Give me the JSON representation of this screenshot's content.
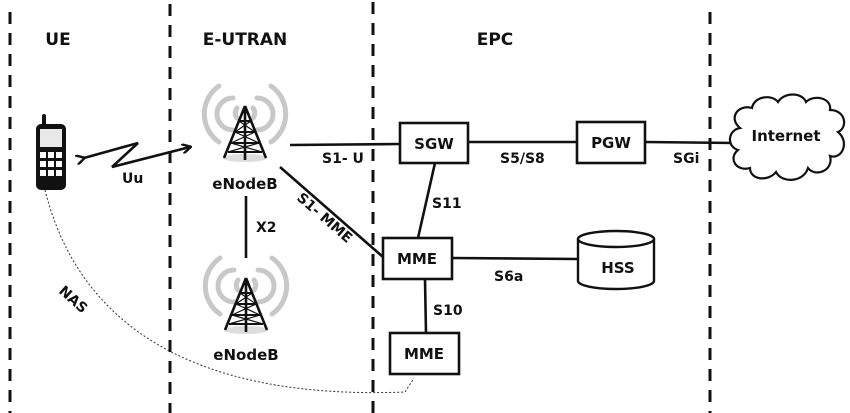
{
  "sections": [
    {
      "id": "ue",
      "label": "UE"
    },
    {
      "id": "eutran",
      "label": "E-UTRAN"
    },
    {
      "id": "epc",
      "label": "EPC"
    }
  ],
  "nodes": {
    "ue_phone": {
      "icon": "mobile-phone-icon"
    },
    "enodeb_top": {
      "label": "eNodeB",
      "icon": "cell-tower-icon"
    },
    "enodeb_bottom": {
      "label": "eNodeB",
      "icon": "cell-tower-icon"
    },
    "sgw": {
      "label": "SGW"
    },
    "pgw": {
      "label": "PGW"
    },
    "mme": {
      "label": "MME"
    },
    "mme2": {
      "label": "MME"
    },
    "hss": {
      "label": "HSS",
      "icon": "database-cylinder-icon"
    },
    "internet": {
      "label": "Internet",
      "icon": "cloud-icon"
    }
  },
  "interfaces": {
    "uu": "Uu",
    "x2": "X2",
    "s1u": "S1- U",
    "s1mme": "S1- MME",
    "s11": "S11",
    "s5s8": "S5/S8",
    "sgi": "SGi",
    "s6a": "S6a",
    "s10": "S10",
    "nas": "NAS"
  },
  "colors": {
    "line": "#111111",
    "wave": "#c8c8c8",
    "background": "#ffffff"
  }
}
